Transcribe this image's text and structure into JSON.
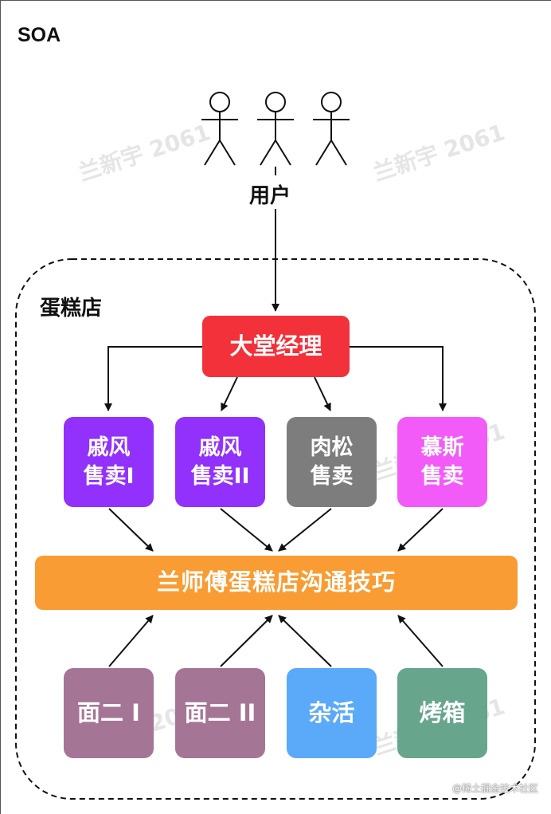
{
  "title": "SOA",
  "actors": {
    "label": "用户",
    "count": 3
  },
  "boundary": {
    "label": "蛋糕店"
  },
  "manager": {
    "label": "大堂经理",
    "color": "#f3313b"
  },
  "services": [
    {
      "line1": "戚风",
      "line2": "售卖I",
      "color": "#9131fb"
    },
    {
      "line1": "戚风",
      "line2": "售卖II",
      "color": "#9131fb"
    },
    {
      "line1": "肉松",
      "line2": "售卖",
      "color": "#7d7d7d"
    },
    {
      "line1": "慕斯",
      "line2": "售卖",
      "color": "#f25bf8"
    }
  ],
  "bus": {
    "label": "兰师傅蛋糕店沟通技巧",
    "color": "#f99c33"
  },
  "resources": [
    {
      "label": "面二 I",
      "color": "#a57596"
    },
    {
      "label": "面二 II",
      "color": "#a57596"
    },
    {
      "label": "杂活",
      "color": "#5aaaf9"
    },
    {
      "label": "烤箱",
      "color": "#67a58d"
    }
  ],
  "watermark": "兰新宇 2061",
  "credit": "@稀土掘金技术社区"
}
